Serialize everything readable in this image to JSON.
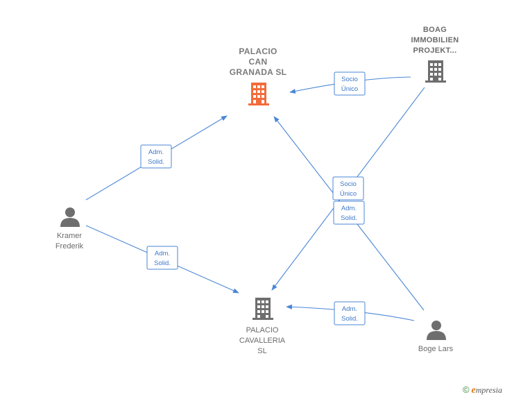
{
  "nodes": {
    "palacio_can_granada": {
      "lines": [
        "PALACIO",
        "CAN",
        "GRANADA  SL"
      ],
      "type": "company",
      "color": "#f26b3a"
    },
    "palacio_cavalleria": {
      "lines": [
        "PALACIO",
        "CAVALLERIA",
        "SL"
      ],
      "type": "company",
      "color": "#6e6e6e"
    },
    "boag": {
      "lines": [
        "BOAG",
        "IMMOBILIEN",
        "PROJEKT..."
      ],
      "type": "company",
      "color": "#6e6e6e"
    },
    "kramer": {
      "lines": [
        "Kramer",
        "Frederik"
      ],
      "type": "person",
      "color": "#6e6e6e"
    },
    "boge": {
      "lines": [
        "Boge Lars"
      ],
      "type": "person",
      "color": "#6e6e6e"
    }
  },
  "edges": [
    {
      "from": "boag",
      "to": "palacio_can_granada",
      "label": [
        "Socio",
        "Único"
      ]
    },
    {
      "from": "kramer",
      "to": "palacio_can_granada",
      "label": [
        "Adm.",
        "Solid."
      ]
    },
    {
      "from": "kramer",
      "to": "palacio_cavalleria",
      "label": [
        "Adm.",
        "Solid."
      ]
    },
    {
      "from": "boag",
      "to": "palacio_cavalleria",
      "label": [
        "Socio",
        "Único"
      ]
    },
    {
      "from": "boge",
      "to": "palacio_can_granada",
      "label": [
        "Adm.",
        "Solid."
      ]
    },
    {
      "from": "boge",
      "to": "palacio_cavalleria",
      "label": [
        "Adm.",
        "Solid."
      ]
    }
  ],
  "colors": {
    "edge": "#4a86d6",
    "accent": "#f26b3a"
  },
  "brand": {
    "symbol": "©",
    "initial": "e",
    "name": "mpresia"
  }
}
